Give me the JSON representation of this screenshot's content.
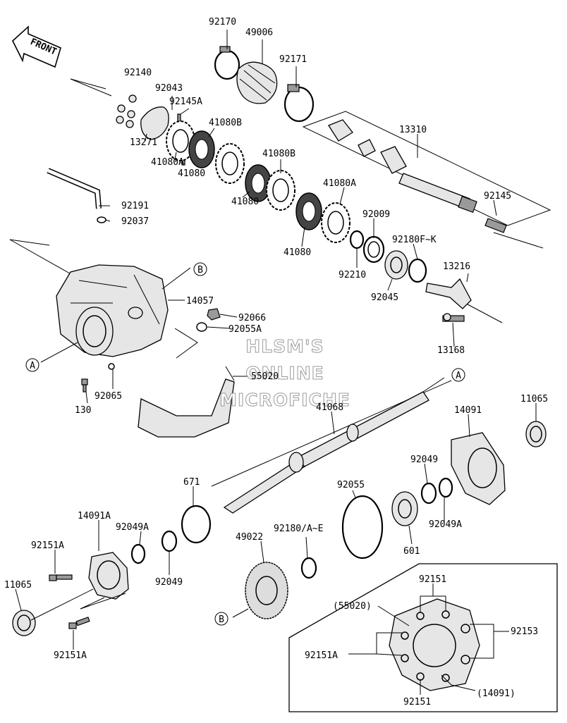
{
  "front_arrow": "FRONT",
  "watermark": [
    "HLSM'S",
    "ONLINE",
    "MICROFICHE"
  ],
  "callouts": {
    "a": "A",
    "b": "B"
  },
  "labels": {
    "p92170": "92170",
    "p49006": "49006",
    "p92171": "92171",
    "p92140": "92140",
    "p92043": "92043",
    "p92145A": "92145A",
    "p41080B_1": "41080B",
    "p13271": "13271",
    "p41080A_1": "41080A",
    "p41080_1": "41080",
    "p41080B_2": "41080B",
    "p13310": "13310",
    "p41080_2": "41080",
    "p41080A_2": "41080A",
    "p92191": "92191",
    "p92037": "92037",
    "p92009": "92009",
    "p92145": "92145",
    "p92180FK": "92180F~K",
    "p41080_3": "41080",
    "p92210": "92210",
    "p13216": "13216",
    "p92045": "92045",
    "p14057": "14057",
    "p92066": "92066",
    "p92055A": "92055A",
    "p13168": "13168",
    "p55020": "55020",
    "p92065": "92065",
    "p130": "130",
    "p41068": "41068",
    "p14091": "14091",
    "p11065_1": "11065",
    "p671": "671",
    "p92055": "92055",
    "p92049_1": "92049",
    "p92049A_1": "92049A",
    "p601": "601",
    "p14091A": "14091A",
    "p92049A_2": "92049A",
    "p92180AE": "92180/A~E",
    "p49022": "49022",
    "p92151A_1": "92151A",
    "p92049_2": "92049",
    "p11065_2": "11065",
    "p92151A_2": "92151A",
    "p92151_1": "92151",
    "p55020_inset": "(55020)",
    "p92153": "92153",
    "p92151A_3": "92151A",
    "p14091_inset": "(14091)",
    "p92151_2": "92151"
  }
}
